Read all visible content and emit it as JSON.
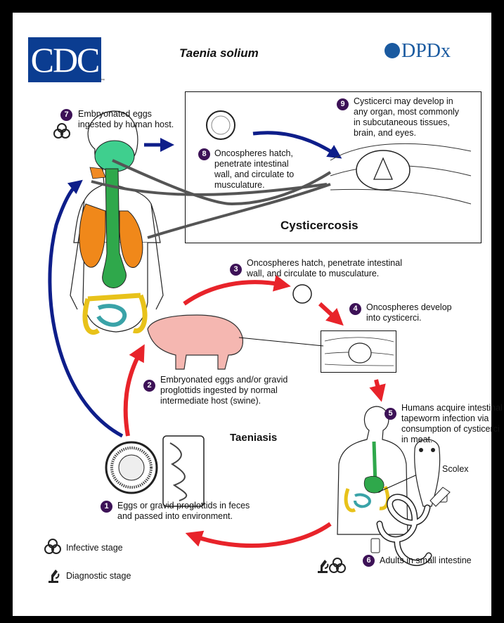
{
  "header": {
    "logo_text": "CDC",
    "logo_tm": "™",
    "title": "Taenia solium",
    "dpdx_text": "DPDx",
    "colors": {
      "cdc_blue": "#0b3d91",
      "dpdx_blue": "#1a5aa0"
    }
  },
  "sections": {
    "cysticercosis": "Cysticercosis",
    "taeniasis": "Taeniasis"
  },
  "steps": [
    {
      "num": "1",
      "text": [
        "Eggs or gravid proglottids in feces",
        "and passed into environment."
      ]
    },
    {
      "num": "2",
      "text": [
        "Embryonated eggs and/or gravid",
        "proglottids ingested by normal",
        "intermediate host (swine)."
      ]
    },
    {
      "num": "3",
      "text": [
        "Oncospheres hatch, penetrate intestinal",
        "wall, and circulate to musculature."
      ]
    },
    {
      "num": "4",
      "text": [
        "Oncospheres develop",
        "into cysticerci."
      ]
    },
    {
      "num": "5",
      "text": [
        "Humans acquire intestinal",
        "tapeworm infection via",
        "consumption of cysticerci",
        "in meat."
      ]
    },
    {
      "num": "6",
      "text": [
        "Adults in small intestine"
      ]
    },
    {
      "num": "7",
      "text": [
        "Embryonated eggs",
        "ingested by human host."
      ]
    },
    {
      "num": "8",
      "text": [
        "Oncospheres hatch,",
        "penetrate intestinal",
        "wall, and circulate to",
        "musculature."
      ]
    },
    {
      "num": "9",
      "text": [
        "Cysticerci may develop in",
        "any organ, most commonly",
        "in subcutaneous tissues,",
        "brain, and eyes."
      ]
    }
  ],
  "labels": {
    "scolex": "Scolex"
  },
  "legend": {
    "infective": "Infective stage",
    "diagnostic": "Diagnostic stage"
  },
  "icons": [
    "biohazard-icon",
    "microscope-icon"
  ],
  "arrow_colors": {
    "red": "#e8232a",
    "blue": "#0e1e8a",
    "gray": "#555555"
  }
}
